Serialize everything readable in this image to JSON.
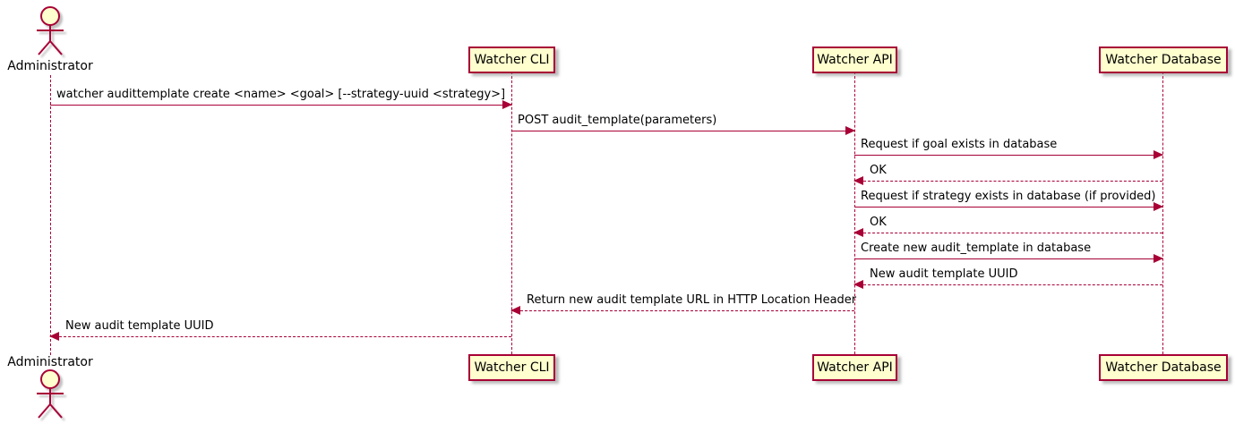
{
  "diagram": {
    "type": "uml-sequence",
    "colors": {
      "participant_fill": "#FEFECE",
      "participant_border": "#A80036",
      "line": "#A80036",
      "text": "#000000",
      "background": "#FFFFFF"
    },
    "participants": [
      {
        "id": "administrator",
        "label": "Administrator",
        "kind": "actor"
      },
      {
        "id": "watcher-cli",
        "label": "Watcher CLI",
        "kind": "participant"
      },
      {
        "id": "watcher-api",
        "label": "Watcher API",
        "kind": "participant"
      },
      {
        "id": "watcher-database",
        "label": "Watcher Database",
        "kind": "participant"
      }
    ],
    "messages": [
      {
        "from": "administrator",
        "to": "watcher-cli",
        "style": "solid",
        "text": "watcher audittemplate create <name> <goal> [--strategy-uuid <strategy>]"
      },
      {
        "from": "watcher-cli",
        "to": "watcher-api",
        "style": "solid",
        "text": "POST audit_template(parameters)"
      },
      {
        "from": "watcher-api",
        "to": "watcher-database",
        "style": "solid",
        "text": "Request if goal exists in database"
      },
      {
        "from": "watcher-database",
        "to": "watcher-api",
        "style": "dashed",
        "text": "OK"
      },
      {
        "from": "watcher-api",
        "to": "watcher-database",
        "style": "solid",
        "text": "Request if strategy exists in database (if provided)"
      },
      {
        "from": "watcher-database",
        "to": "watcher-api",
        "style": "dashed",
        "text": "OK"
      },
      {
        "from": "watcher-api",
        "to": "watcher-database",
        "style": "solid",
        "text": "Create new audit_template in database"
      },
      {
        "from": "watcher-database",
        "to": "watcher-api",
        "style": "dashed",
        "text": "New audit template UUID"
      },
      {
        "from": "watcher-api",
        "to": "watcher-cli",
        "style": "dashed",
        "text": "Return new audit template URL in HTTP Location Header"
      },
      {
        "from": "watcher-cli",
        "to": "administrator",
        "style": "dashed",
        "text": "New audit template UUID"
      }
    ]
  }
}
